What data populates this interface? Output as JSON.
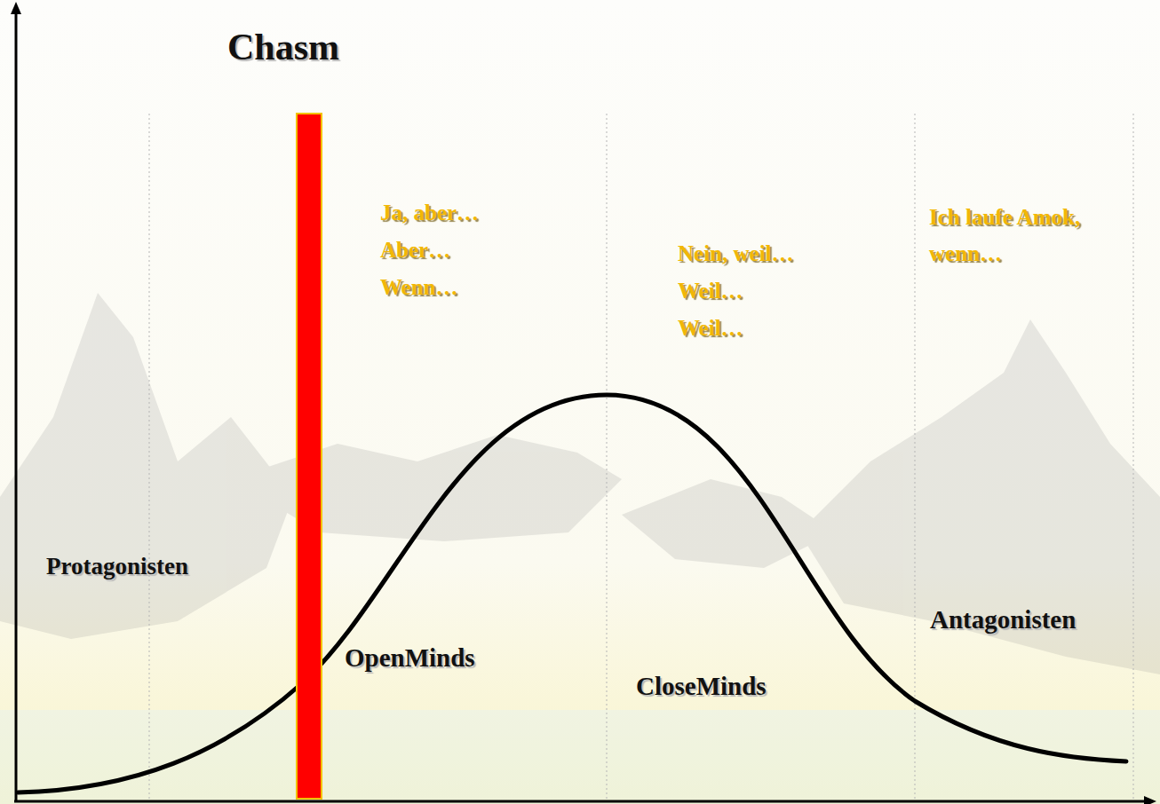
{
  "diagram": {
    "labels": [
      "Chasm",
      "Ja, aber…",
      "Aber…",
      "Wenn…",
      "Nein, weil…",
      "Weil…",
      "Weil…",
      "Ich laufe Amok, wenn…",
      "Protagonisten",
      "OpenMinds",
      "CloseMinds",
      "Antagonisten"
    ]
  }
}
